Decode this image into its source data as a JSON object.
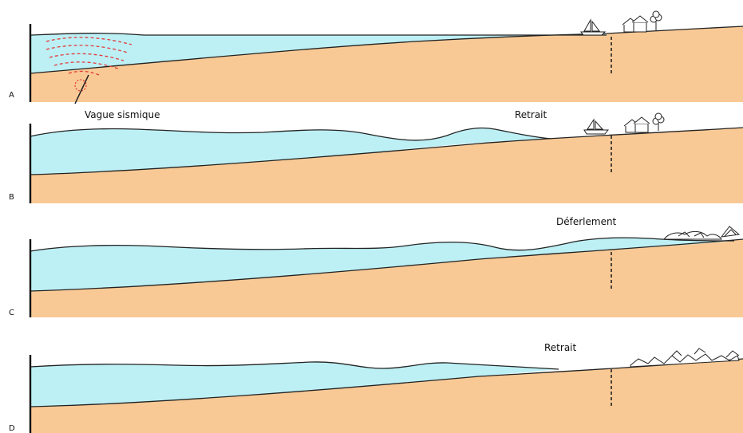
{
  "colors": {
    "water": "#bdf0f5",
    "seabed": "#f9c995",
    "outline": "#222222",
    "epicenter": "#e23b3b"
  },
  "panels": [
    {
      "letter": "A",
      "labels": []
    },
    {
      "letter": "B",
      "labels": [
        "Vague sismique",
        "Retrait"
      ]
    },
    {
      "letter": "C",
      "labels": [
        "Déferlement"
      ]
    },
    {
      "letter": "D",
      "labels": [
        "Retrait"
      ]
    }
  ],
  "icons": [
    "sailboat-icon",
    "house-icon",
    "tree-icon",
    "seismic-waves-icon",
    "fault-line-icon",
    "debris-icon"
  ]
}
